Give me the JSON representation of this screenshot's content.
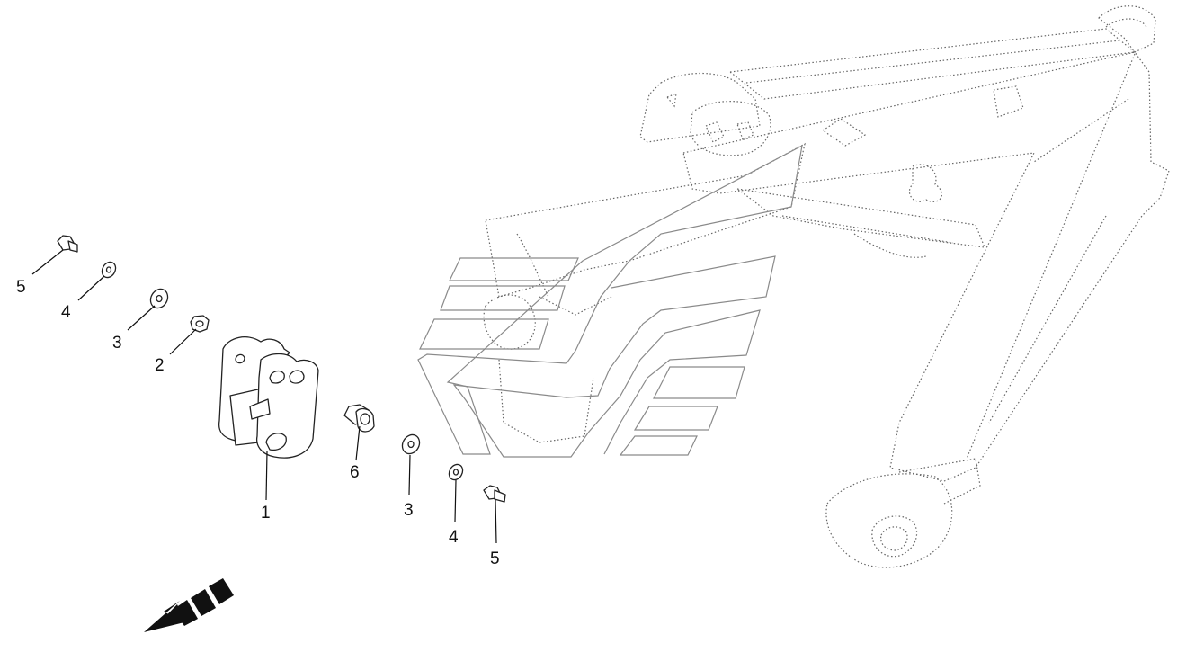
{
  "diagram": {
    "callouts": [
      {
        "id": "c1",
        "label": "1"
      },
      {
        "id": "c2",
        "label": "2"
      },
      {
        "id": "c3a",
        "label": "3"
      },
      {
        "id": "c3b",
        "label": "3"
      },
      {
        "id": "c4a",
        "label": "4"
      },
      {
        "id": "c4b",
        "label": "4"
      },
      {
        "id": "c5a",
        "label": "5"
      },
      {
        "id": "c5b",
        "label": "5"
      },
      {
        "id": "c6",
        "label": "6"
      }
    ],
    "direction_arrow": "front-direction-arrow"
  }
}
